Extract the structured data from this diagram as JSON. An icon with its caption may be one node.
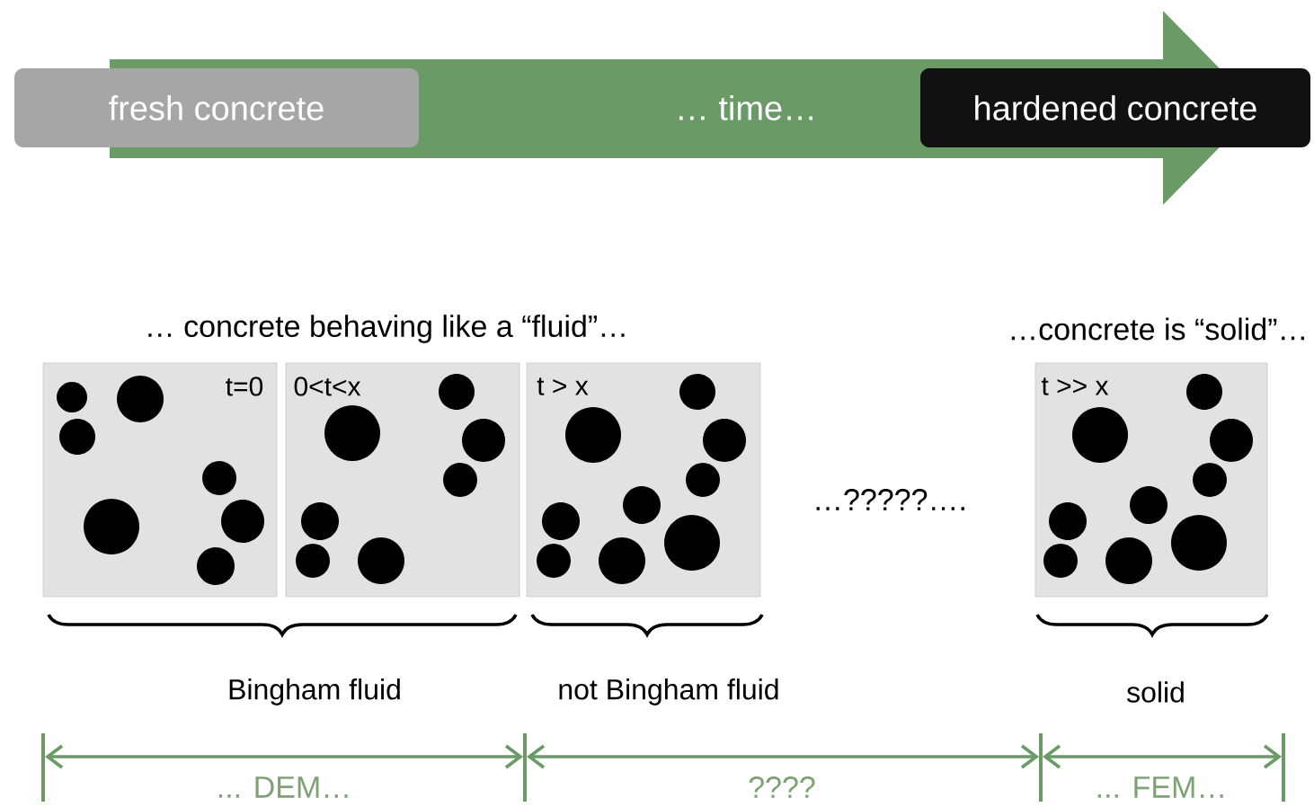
{
  "diagram": {
    "nodes": [
      {
        "text": [
          "fresh concrete"
        ]
      },
      {
        "text": [
          "hardened concrete"
        ]
      },
      {
        "text": [
          "t=0"
        ]
      },
      {
        "text": [
          "0<t<x"
        ]
      },
      {
        "text": [
          "t > x"
        ]
      },
      {
        "text": [
          "t >> x"
        ]
      }
    ],
    "labels": [
      "… time…",
      "… concrete behaving like a “fluid”…",
      "…concrete is “solid”…",
      "…?????….",
      "Bingham fluid",
      "not Bingham fluid",
      "solid",
      "... DEM…",
      "????",
      "... FEM…"
    ]
  }
}
